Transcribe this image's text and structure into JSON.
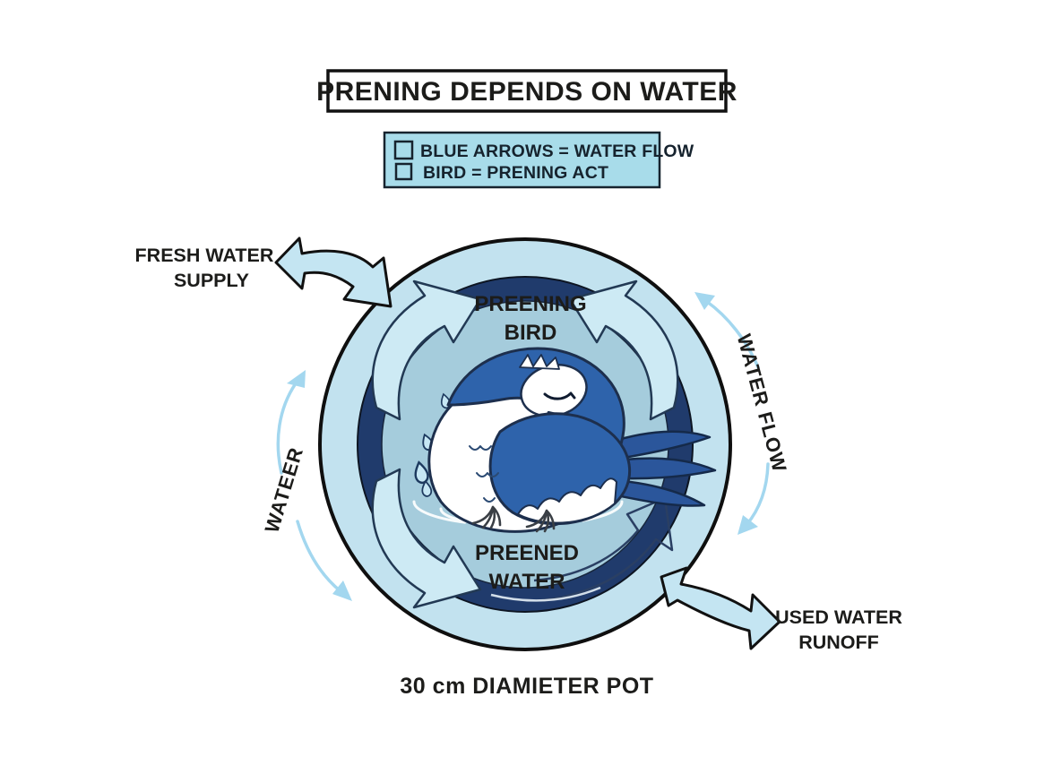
{
  "title": {
    "text": "PRENING DEPENDS ON WATER"
  },
  "legend": {
    "item1": {
      "swatch": "square-outline",
      "label": "BLUE ARROWS = WATER FLOW"
    },
    "item2": {
      "swatch": "square-outline",
      "label": "BIRD = PRENING ACT"
    }
  },
  "outside_labels": {
    "fresh_water": {
      "line1": "FRESH WATER",
      "line2": "SUPPLY"
    },
    "used_water": {
      "line1": "USED WATER",
      "line2": "RUNOFF"
    },
    "left_flow": {
      "text": "WATEER"
    },
    "right_flow": {
      "text": "WATER FLOW"
    },
    "caption": {
      "text": "30 cm DIAMIETER POT"
    }
  },
  "pot_labels": {
    "top": {
      "line1": "PREENING",
      "line2": "BIRD"
    },
    "bottom": {
      "line1": "PREENED",
      "line2": "WATER"
    }
  },
  "icons": {
    "bird": "preening-bird-illustration",
    "big_arrows": "curved-double-arrow",
    "thin_arrows": "thin-flow-arc-arrow",
    "inner_arrows": "circulation-arc-arrow",
    "droplets": "water-droplet",
    "ripples": "water-ripple-arcs"
  },
  "colors": {
    "pale_ring": "#c2e2ef",
    "navy_ring": "#203b6c",
    "interior": "#a5ccdc",
    "big_arrow": "#c4e5f2",
    "inner_arrow": "#cdeaf4",
    "thin_arrow": "#a3d7ef",
    "legend_bg": "#a8dcea",
    "bird_blue": "#2e63ab",
    "tail_blue": "#2b569b",
    "bird_dark": "#1d2f4d",
    "droplet": "#c6e7f4",
    "beak_gray": "#95a0aa",
    "text": "#1c1c1a",
    "outline": "#111111"
  }
}
